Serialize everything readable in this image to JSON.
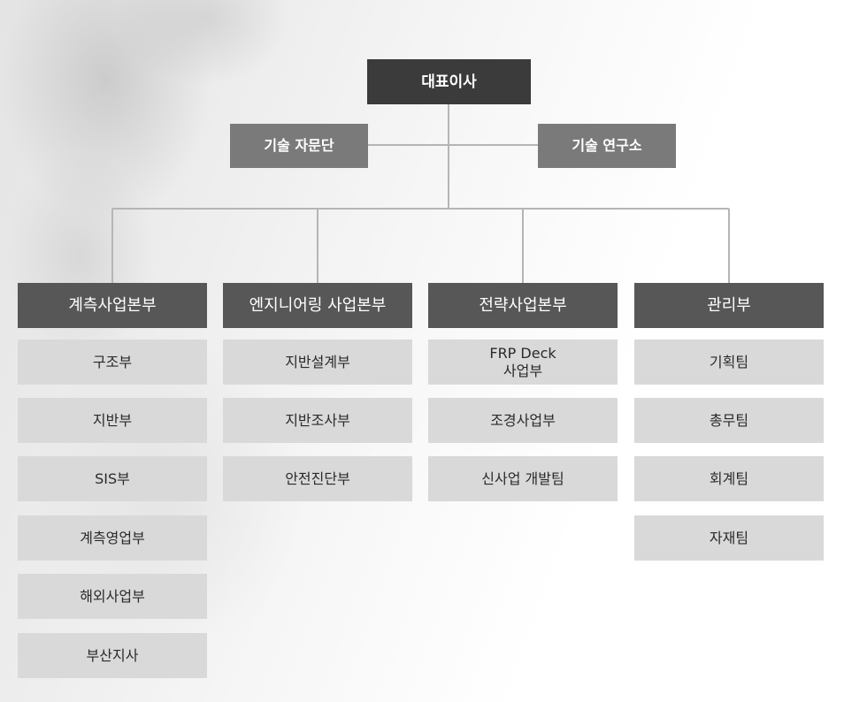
{
  "top": {
    "ceo": "대표이사",
    "advisory_left": "기술 자문단",
    "advisory_right": "기술 연구소"
  },
  "divisions": [
    {
      "name": "계측사업본부",
      "teams": [
        "구조부",
        "지반부",
        "SIS부",
        "계측영업부",
        "해외사업부",
        "부산지사"
      ]
    },
    {
      "name": "엔지니어링 사업본부",
      "teams": [
        "지반설계부",
        "지반조사부",
        "안전진단부"
      ]
    },
    {
      "name": "전략사업본부",
      "teams": [
        "FRP Deck\n사업부",
        "조경사업부",
        "신사업 개발팀"
      ]
    },
    {
      "name": "관리부",
      "teams": [
        "기획팀",
        "총무팀",
        "회계팀",
        "자재팀"
      ]
    }
  ],
  "colors": {
    "ceo": "#3b3b3b",
    "advisory": "#7a7a7a",
    "division": "#575757",
    "team": "#d9d9d9",
    "connector": "#b5b5b5"
  }
}
